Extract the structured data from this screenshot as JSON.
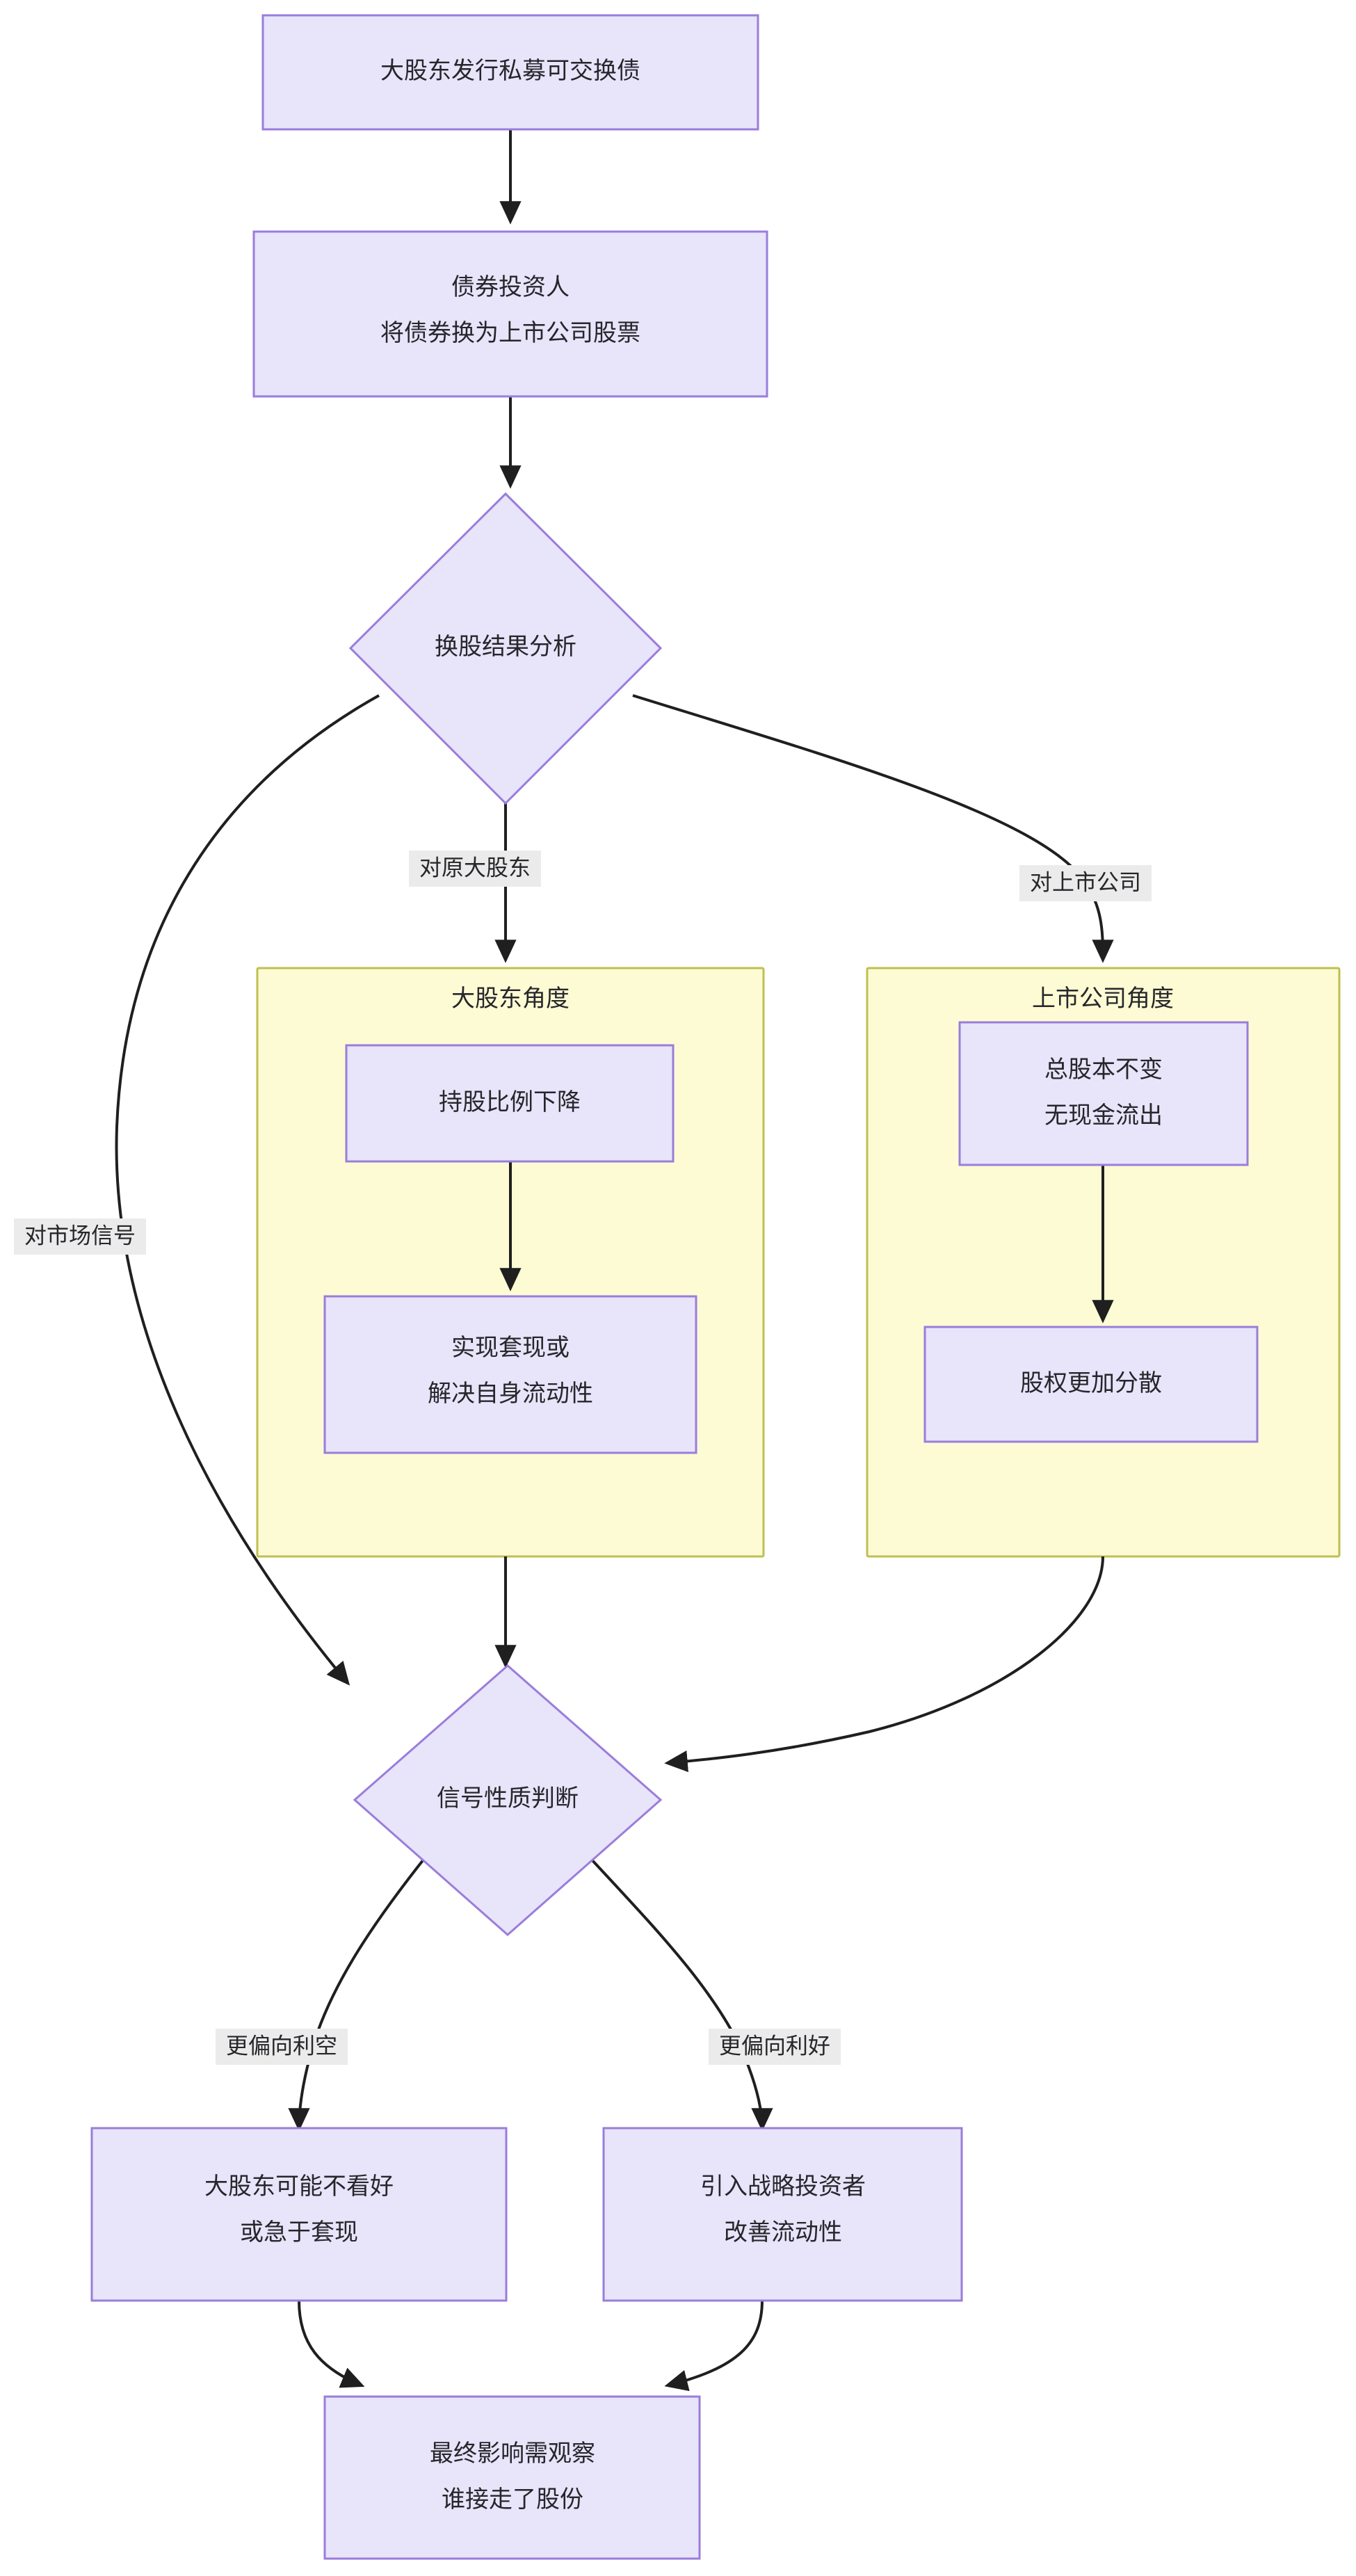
{
  "diagram": {
    "type": "flowchart",
    "direction": "top-down",
    "background": "#ffffff",
    "colors": {
      "node_fill": "#e8e4fa",
      "node_stroke": "#9a7ddb",
      "cluster_fill": "#fdfbd4",
      "cluster_stroke": "#bfbf52",
      "edge_stroke": "#1f1f1f",
      "edge_label_bg": "#ebebeb",
      "text": "#26262b"
    },
    "nodes": [
      {
        "id": "n1",
        "shape": "rect",
        "label": "大股东发行私募可交换债"
      },
      {
        "id": "n2",
        "shape": "rect",
        "label_line1": "债券投资人",
        "label_line2": "将债券换为上市公司股票"
      },
      {
        "id": "n3",
        "shape": "diamond",
        "label": "换股结果分析"
      },
      {
        "id": "n4",
        "shape": "rect",
        "label": "持股比例下降"
      },
      {
        "id": "n5",
        "shape": "rect",
        "label_line1": "实现套现或",
        "label_line2": "解决自身流动性"
      },
      {
        "id": "n6",
        "shape": "rect",
        "label_line1": "总股本不变",
        "label_line2": "无现金流出"
      },
      {
        "id": "n7",
        "shape": "rect",
        "label": "股权更加分散"
      },
      {
        "id": "n8",
        "shape": "diamond",
        "label": "信号性质判断"
      },
      {
        "id": "n9",
        "shape": "rect",
        "label_line1": "大股东可能不看好",
        "label_line2": "或急于套现"
      },
      {
        "id": "n10",
        "shape": "rect",
        "label_line1": "引入战略投资者",
        "label_line2": "改善流动性"
      },
      {
        "id": "n11",
        "shape": "rect",
        "label_line1": "最终影响需观察",
        "label_line2": "谁接走了股份"
      }
    ],
    "clusters": [
      {
        "id": "c1",
        "title": "大股东角度"
      },
      {
        "id": "c2",
        "title": "上市公司角度"
      }
    ],
    "edge_labels": {
      "to_major_shareholder": "对原大股东",
      "to_listed_company": "对上市公司",
      "to_market_signal": "对市场信号",
      "more_bearish": "更偏向利空",
      "more_bullish": "更偏向利好"
    },
    "edges": [
      {
        "from": "n1",
        "to": "n2",
        "label": ""
      },
      {
        "from": "n2",
        "to": "n3",
        "label": ""
      },
      {
        "from": "n3",
        "to": "c1",
        "label": "对原大股东"
      },
      {
        "from": "n3",
        "to": "c2",
        "label": "对上市公司"
      },
      {
        "from": "n3",
        "to": "n8",
        "label": "对市场信号"
      },
      {
        "from": "n4",
        "to": "n5",
        "label": ""
      },
      {
        "from": "n6",
        "to": "n7",
        "label": ""
      },
      {
        "from": "c1",
        "to": "n8",
        "label": ""
      },
      {
        "from": "c2",
        "to": "n8",
        "label": ""
      },
      {
        "from": "n8",
        "to": "n9",
        "label": "更偏向利空"
      },
      {
        "from": "n8",
        "to": "n10",
        "label": "更偏向利好"
      },
      {
        "from": "n9",
        "to": "n11",
        "label": ""
      },
      {
        "from": "n10",
        "to": "n11",
        "label": ""
      }
    ]
  }
}
